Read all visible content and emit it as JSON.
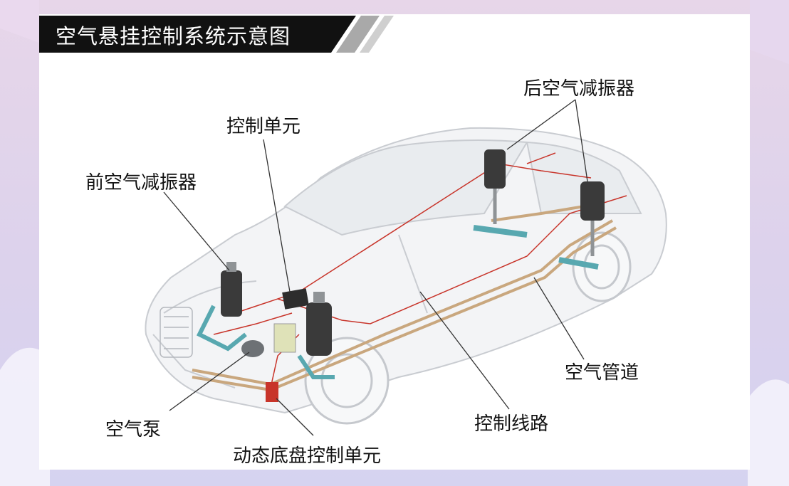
{
  "title": "空气悬挂控制系统示意图",
  "labels": {
    "rear_shock": "后空气减振器",
    "control_unit": "控制单元",
    "front_shock": "前空气减振器",
    "air_pipe": "空气管道",
    "air_pump": "空气泵",
    "control_line": "控制线路",
    "dynamic_chassis_unit": "动态底盘控制单元"
  },
  "colors": {
    "title_bar": "#111111",
    "stripe": "#a9a9a9",
    "line_red": "#c8342a",
    "pipe_tan": "#c9a77e",
    "strut_teal": "#58a8b0",
    "bellows_dark": "#3a3a3a"
  }
}
